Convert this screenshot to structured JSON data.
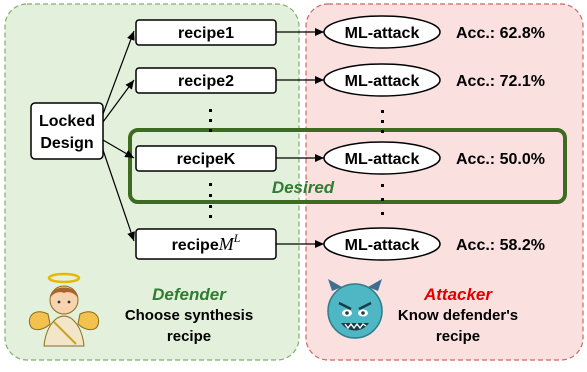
{
  "locked_design": {
    "line1": "Locked",
    "line2": "Design"
  },
  "recipes": {
    "r1": "recipe1",
    "r2": "recipe2",
    "rk": "recipeK",
    "rm_base": "recipe",
    "rm_sup": "M",
    "rm_exp": "L"
  },
  "attack_label": "ML-attack",
  "accuracies": {
    "r1": "Acc.: 62.8%",
    "r2": "Acc.: 72.1%",
    "rk": "Acc.: 50.0%",
    "rm": "Acc.: 58.2%"
  },
  "desired_label": "Desired",
  "defender": {
    "title": "Defender",
    "desc_line1": "Choose synthesis",
    "desc_line2": "recipe"
  },
  "attacker": {
    "title": "Attacker",
    "desc_line1": "Know defender's",
    "desc_line2": "recipe"
  },
  "colors": {
    "defender_bg": "#e3f0dc",
    "defender_border": "#7fb069",
    "attacker_bg": "#fbe0e0",
    "attacker_border": "#cc6666",
    "desired_border": "#3d6b1f",
    "defender_title": "#2e7d32",
    "attacker_title": "#e00000",
    "desired_text": "#2e7d32"
  }
}
